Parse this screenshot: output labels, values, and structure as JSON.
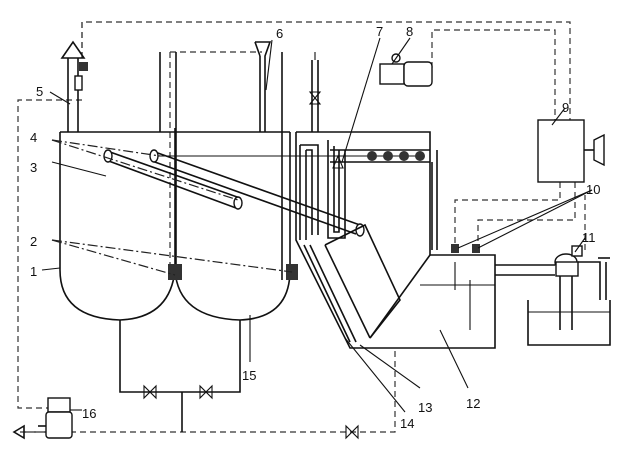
{
  "labels": {
    "l1": "1",
    "l2": "2",
    "l3": "3",
    "l4": "4",
    "l5": "5",
    "l6": "6",
    "l7": "7",
    "l8": "8",
    "l9": "9",
    "l10": "10",
    "l11": "11",
    "l12": "12",
    "l13": "13",
    "l14": "14",
    "l15": "15",
    "l16": "16"
  },
  "colors": {
    "ink": "#111111",
    "background": "#ffffff"
  }
}
